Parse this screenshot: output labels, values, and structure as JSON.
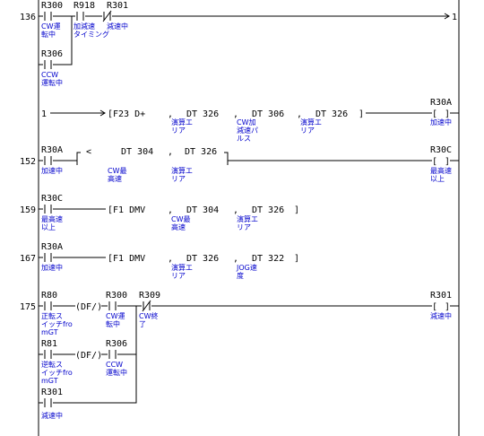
{
  "rungs": [
    {
      "step": "136",
      "contacts": [
        {
          "addr": "R300",
          "desc": [
            "CW運",
            "転中"
          ]
        },
        {
          "addr": "R918",
          "desc": [
            "加減速",
            "タイミング"
          ]
        },
        {
          "addr": "R301",
          "desc": [
            "減速中"
          ],
          "nc": true
        },
        {
          "addr": "R306",
          "desc": [
            "CCW",
            "運転中"
          ]
        }
      ],
      "connector": "1"
    },
    {
      "step": "",
      "start": "1",
      "instruction": {
        "name": "[F23 D+",
        "operands": [
          {
            "val": "DT 326",
            "desc": [
              "演算エ",
              "リア"
            ]
          },
          {
            "val": "DT 306",
            "desc": [
              "CW加",
              "減速パ",
              "ルス"
            ]
          },
          {
            "val": "DT 326",
            "desc": [
              "演算エ",
              "リア"
            ]
          }
        ]
      },
      "coil": {
        "addr": "R30A",
        "desc": [
          "加速中"
        ]
      }
    },
    {
      "step": "152",
      "contacts": [
        {
          "addr": "R30A",
          "desc": [
            "加速中"
          ]
        }
      ],
      "compare": {
        "op": "<",
        "operands": [
          {
            "val": "DT 304",
            "desc": [
              "CW最",
              "高速"
            ]
          },
          {
            "val": "DT 326",
            "desc": [
              "演算エ",
              "リア"
            ]
          }
        ]
      },
      "coil": {
        "addr": "R30C",
        "desc": [
          "最高速",
          "以上"
        ]
      }
    },
    {
      "step": "159",
      "contacts": [
        {
          "addr": "R30C",
          "desc": [
            "最高速",
            "以上"
          ]
        }
      ],
      "instruction": {
        "name": "[F1 DMV",
        "operands": [
          {
            "val": "DT 304",
            "desc": [
              "CW最",
              "高速"
            ]
          },
          {
            "val": "DT 326",
            "desc": [
              "演算エ",
              "リア"
            ]
          }
        ]
      }
    },
    {
      "step": "167",
      "contacts": [
        {
          "addr": "R30A",
          "desc": [
            "加速中"
          ]
        }
      ],
      "instruction": {
        "name": "[F1 DMV",
        "operands": [
          {
            "val": "DT 326",
            "desc": [
              "演算エ",
              "リア"
            ]
          },
          {
            "val": "DT 322",
            "desc": [
              "JOG速",
              "度"
            ]
          }
        ]
      }
    },
    {
      "step": "175",
      "contacts": [
        {
          "addr": "R80",
          "desc": [
            "正転ス",
            "イッチfro",
            "mGT"
          ]
        },
        {
          "addr": "R300",
          "desc": [
            "CW運",
            "転中"
          ]
        },
        {
          "addr": "R309",
          "desc": [
            "CW終",
            "了"
          ],
          "nc": true
        },
        {
          "addr": "R81",
          "desc": [
            "逆転ス",
            "イッチfro",
            "mGT"
          ]
        },
        {
          "addr": "R306",
          "desc": [
            "CCW",
            "運転中"
          ]
        },
        {
          "addr": "R301",
          "desc": [
            "減速中"
          ]
        }
      ],
      "df": "(DF/)",
      "coil": {
        "addr": "R301",
        "desc": [
          "減速中"
        ]
      }
    }
  ],
  "symbols": {
    "comma": ",",
    "bracket_close": "]",
    "arrow_head": "→",
    "coil_open": "[",
    "coil_close": "]"
  }
}
